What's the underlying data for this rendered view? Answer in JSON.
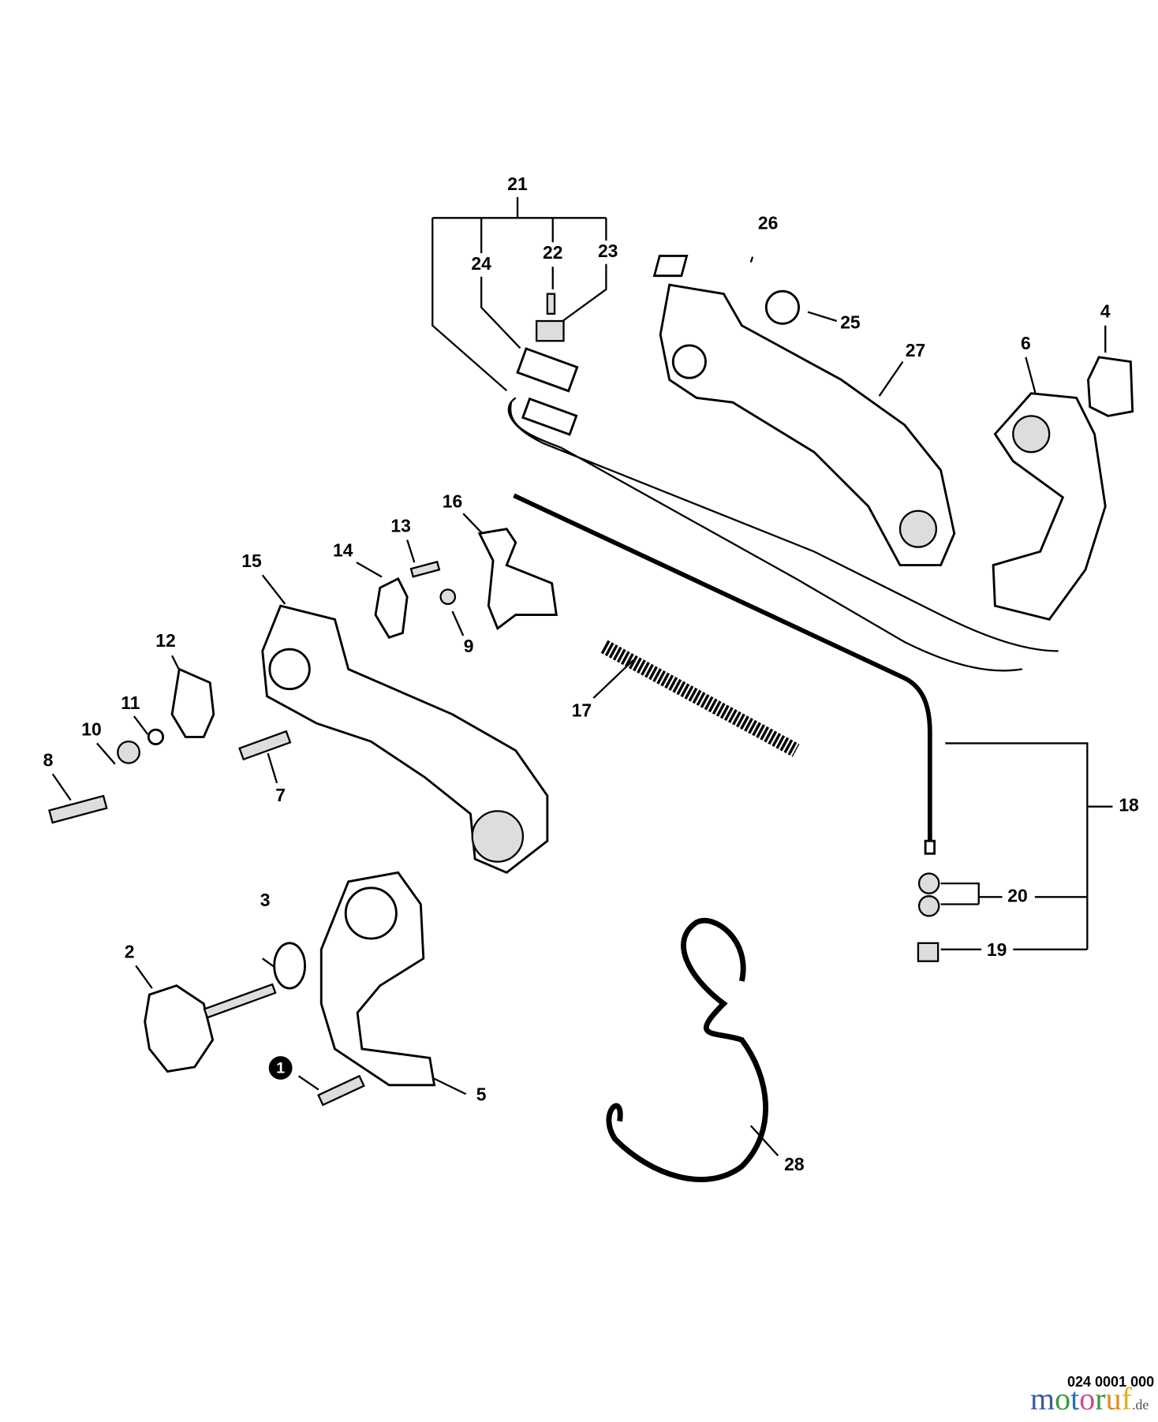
{
  "diagram": {
    "labels": [
      {
        "id": "21",
        "text": "21"
      },
      {
        "id": "24",
        "text": "24"
      },
      {
        "id": "22",
        "text": "22"
      },
      {
        "id": "23",
        "text": "23"
      },
      {
        "id": "26",
        "text": "26"
      },
      {
        "id": "25",
        "text": "25"
      },
      {
        "id": "27",
        "text": "27"
      },
      {
        "id": "4",
        "text": "4"
      },
      {
        "id": "6",
        "text": "6"
      },
      {
        "id": "16",
        "text": "16"
      },
      {
        "id": "13",
        "text": "13"
      },
      {
        "id": "14",
        "text": "14"
      },
      {
        "id": "15",
        "text": "15"
      },
      {
        "id": "12",
        "text": "12"
      },
      {
        "id": "11",
        "text": "11"
      },
      {
        "id": "10",
        "text": "10"
      },
      {
        "id": "8",
        "text": "8"
      },
      {
        "id": "9",
        "text": "9"
      },
      {
        "id": "7",
        "text": "7"
      },
      {
        "id": "17",
        "text": "17"
      },
      {
        "id": "18",
        "text": "18"
      },
      {
        "id": "20",
        "text": "20"
      },
      {
        "id": "19",
        "text": "19"
      },
      {
        "id": "3",
        "text": "3"
      },
      {
        "id": "2",
        "text": "2"
      },
      {
        "id": "1",
        "text": "1"
      },
      {
        "id": "5",
        "text": "5"
      },
      {
        "id": "28",
        "text": "28"
      }
    ],
    "drawing_number": "024 0001 000",
    "watermark": "motoruf.de"
  }
}
